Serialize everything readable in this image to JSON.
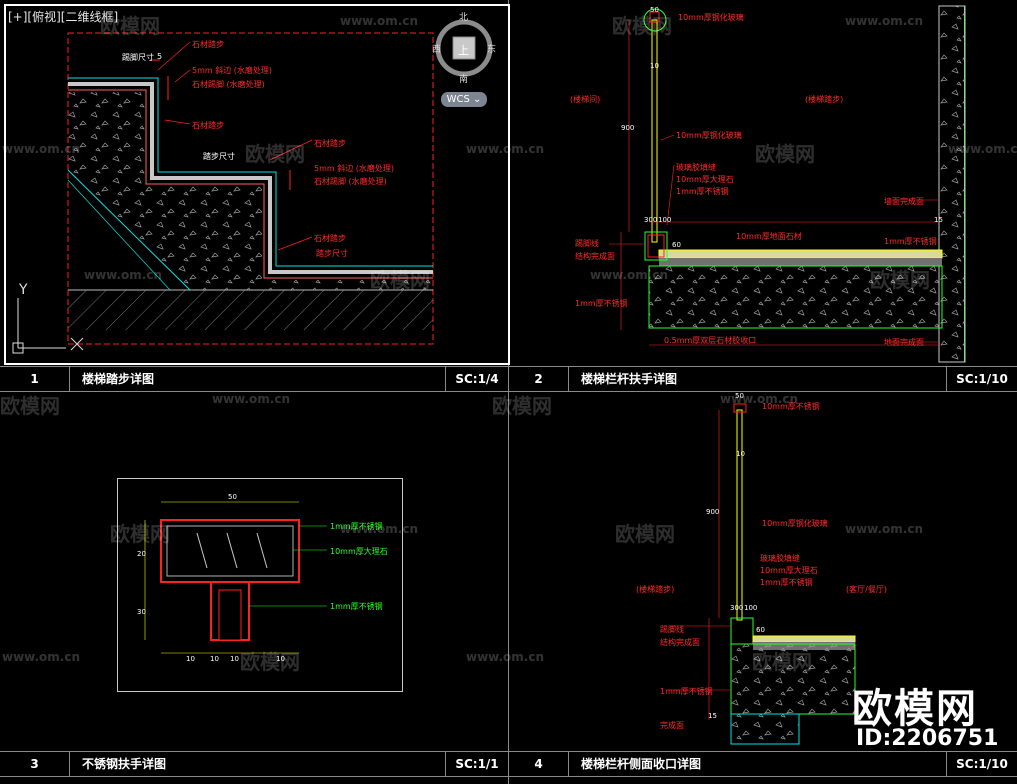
{
  "viewport": {
    "label": "[+][俯视][二维线框]",
    "cube": {
      "north": "北",
      "south": "南",
      "west": "西",
      "east": "东",
      "top": "上"
    },
    "wcs": "WCS"
  },
  "panels": [
    {
      "number": "1",
      "title": "楼梯踏步详图",
      "scale": "SC:1/4"
    },
    {
      "number": "2",
      "title": "楼梯栏杆扶手详图",
      "scale": "SC:1/10"
    },
    {
      "number": "3",
      "title": "不锈钢扶手详图",
      "scale": "SC:1/1"
    },
    {
      "number": "4",
      "title": "楼梯栏杆侧面收口详图",
      "scale": "SC:1/10"
    }
  ],
  "annotations_p1": [
    "踢脚尺寸",
    "5",
    "石材踏步",
    "5mm 斜边 (水磨处理)",
    "石材踢脚 (水磨处理)",
    "石材踏步",
    "踏步尺寸",
    "石材踏步",
    "5mm 斜边 (水磨处理)",
    "石材踢脚 (水磨处理)",
    "石材踏步",
    "踏步尺寸"
  ],
  "annotations_p2": [
    "10mm厚钢化玻璃",
    "(楼梯间)",
    "(楼梯踏步)",
    "10mm厚钢化玻璃",
    "玻璃胶填缝",
    "10mm厚大理石",
    "1mm厚不锈钢",
    "1mm厚不锈钢",
    "10mm厚地面石材",
    "踢脚线",
    "结构完成面",
    "1mm厚不锈钢",
    "0.5mm厚双层石材胶收口",
    "墙面完成面",
    "地面完成面",
    "900",
    "10",
    "50",
    "15",
    "60",
    "300",
    "100"
  ],
  "annotations_p3": [
    "50",
    "1mm厚不锈钢",
    "10mm厚大理石",
    "1mm厚不锈钢",
    "10",
    "10",
    "10",
    "10",
    "20",
    "30"
  ],
  "annotations_p4": [
    "10mm厚不锈钢",
    "10mm厚钢化玻璃",
    "玻璃胶填缝",
    "10mm厚大理石",
    "1mm厚不锈钢",
    "(楼梯踏步)",
    "(客厅/餐厅)",
    "踢脚线",
    "结构完成面",
    "1mm厚不锈钢",
    "完成面",
    "900",
    "10",
    "50",
    "60",
    "15",
    "300",
    "100"
  ],
  "watermark": {
    "brand": "欧模网",
    "url": "www.om.cn",
    "id": "ID:2206751"
  },
  "axis": {
    "y": "Y"
  },
  "colors": {
    "bg": "#000000",
    "dim_line": "#00ffff",
    "annotation": "#ff2020",
    "hatch": "#8a8a8a",
    "green": "#2aff2a",
    "yellow": "#ffff00"
  }
}
